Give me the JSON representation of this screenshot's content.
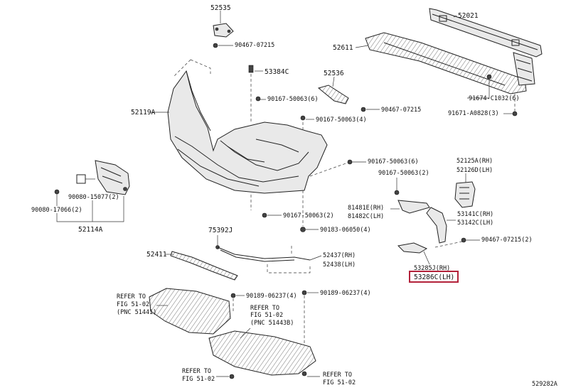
{
  "diagram_id": "529282A",
  "highlight_color": "#b3223a",
  "selected_part": "53286C(LH)",
  "labels": {
    "p52535": "52535",
    "p90467_a": "90467-07215",
    "p53384c": "53384C",
    "p52536": "52536",
    "p90167_a": "90167-50063(6)",
    "p90167_b": "90167-50063(4)",
    "p90467_b": "90467-07215",
    "p52119a": "52119A",
    "p52021": "52021",
    "p52611": "52611",
    "p91674": "91674-C1032(6)",
    "p91671": "91671-A0828(3)",
    "p90167_c": "90167-50063(6)",
    "p90167_d": "90167-50063(2)",
    "p52125a": "52125A(RH)",
    "p52126d": "52126D(LH)",
    "p81481e": "81481E(RH)",
    "p81482c": "81482C(LH)",
    "p53141c": "53141C(RH)",
    "p53142c": "53142C(LH)",
    "p90080_a": "90080-15077(2)",
    "p90080_b": "90080-17066(2)",
    "p52114a": "52114A",
    "p90167_e": "90167-50063(2)",
    "p75392j": "75392J",
    "p90183": "90183-06050(4)",
    "p52411": "52411",
    "p52437": "52437(RH)",
    "p52438": "52438(LH)",
    "p90467_c": "90467-07215(2)",
    "p53285j": "53285J(RH)",
    "p53286c": "53286C(LH)",
    "p90189_a": "90189-06237(4)",
    "p90189_b": "90189-06237(4)",
    "refer1_a": "REFER TO",
    "refer1_b": "FIG 51-02",
    "refer1_c": "(PNC 51441)",
    "refer2_a": "REFER TO",
    "refer2_b": "FIG 51-02",
    "refer2_c": "(PNC 51443B)",
    "refer3_a": "REFER TO",
    "refer3_b": "FIG 51-02",
    "refer4_a": "REFER TO",
    "refer4_b": "FIG 51-02",
    "footer": "529282A"
  }
}
